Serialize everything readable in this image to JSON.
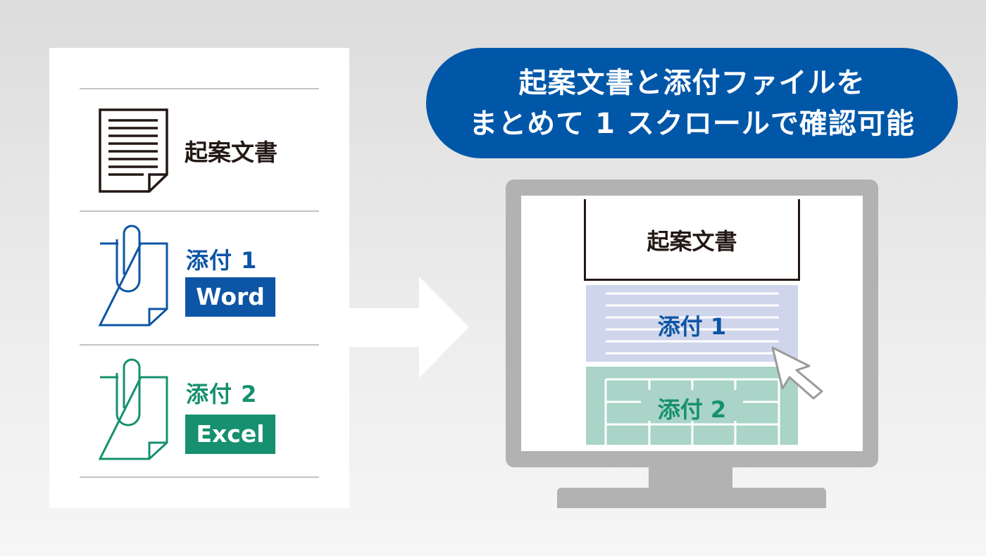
{
  "left_card": {
    "document": {
      "label": "起案文書",
      "icon": "document-icon"
    },
    "attachment_1": {
      "label": "添付 1",
      "format": "Word",
      "color": "#0d55a5",
      "icon": "paperclip-file-icon"
    },
    "attachment_2": {
      "label": "添付 2",
      "format": "Excel",
      "color": "#16906e",
      "icon": "paperclip-file-icon"
    }
  },
  "arrow": {
    "icon": "right-arrow-icon"
  },
  "headline": {
    "line1": "起案文書と添付ファイルを",
    "line2": "まとめて 1 スクロールで確認可能",
    "color": "#0057a8"
  },
  "monitor": {
    "document_label": "起案文書",
    "attachment_1_label": "添付 1",
    "attachment_2_label": "添付 2",
    "cursor_icon": "mouse-pointer-icon"
  }
}
